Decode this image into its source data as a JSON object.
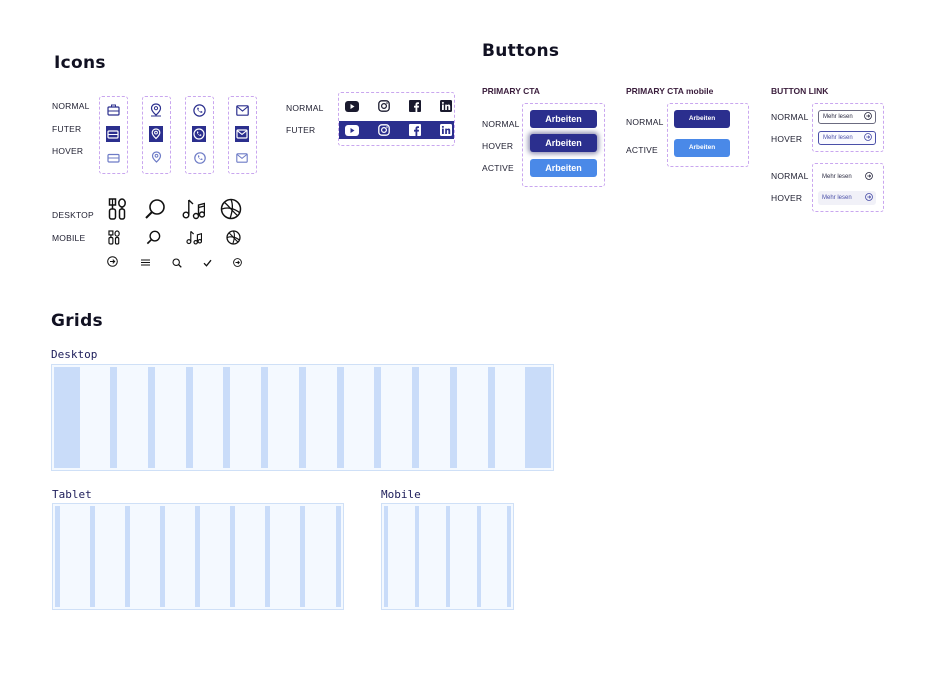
{
  "sections": {
    "icons_title": "Icons",
    "buttons_title": "Buttons",
    "grids_title": "Grids"
  },
  "icons": {
    "state_labels": [
      "NORMAL",
      "FUTER",
      "HOVER"
    ],
    "columns": [
      "briefcase-icon",
      "location-pin-icon",
      "phone-icon",
      "mail-icon"
    ],
    "social": {
      "state_labels": [
        "NORMAL",
        "FUTER"
      ],
      "items": [
        "youtube-icon",
        "instagram-icon",
        "facebook-icon",
        "linkedin-icon"
      ]
    },
    "device_labels": [
      "DESKTOP",
      "MOBILE"
    ],
    "large": [
      "cutlery-icon",
      "search-icon",
      "music-icon",
      "basketball-icon"
    ],
    "small": [
      "arrow-circle-icon",
      "menu-icon",
      "search-icon",
      "check-icon",
      "arrow-circle-small-icon"
    ]
  },
  "buttons": {
    "primary_cta": {
      "title": "PRIMARY CTA",
      "labels": [
        "NORMAL",
        "HOVER",
        "ACTIVE"
      ],
      "button_text": "Arbeiten"
    },
    "primary_cta_mobile": {
      "title": "PRIMARY CTA mobile",
      "labels": [
        "NORMAL",
        "ACTIVE"
      ],
      "button_text": "Arbeiten"
    },
    "button_link": {
      "title": "BUTTON LINK",
      "labels": [
        "NORMAL",
        "HOVER"
      ],
      "labels2": [
        "NORMAL",
        "HOVER"
      ],
      "button_text": "Mehr lesen"
    },
    "colors": {
      "primary": "#2b2f8e",
      "active": "#4a89e8",
      "dash": "#c9a6ef"
    }
  },
  "grids": {
    "desktop": {
      "title": "Desktop",
      "columns": 12
    },
    "tablet": {
      "title": "Tablet",
      "columns": 8
    },
    "mobile": {
      "title": "Mobile",
      "columns": 4
    }
  }
}
